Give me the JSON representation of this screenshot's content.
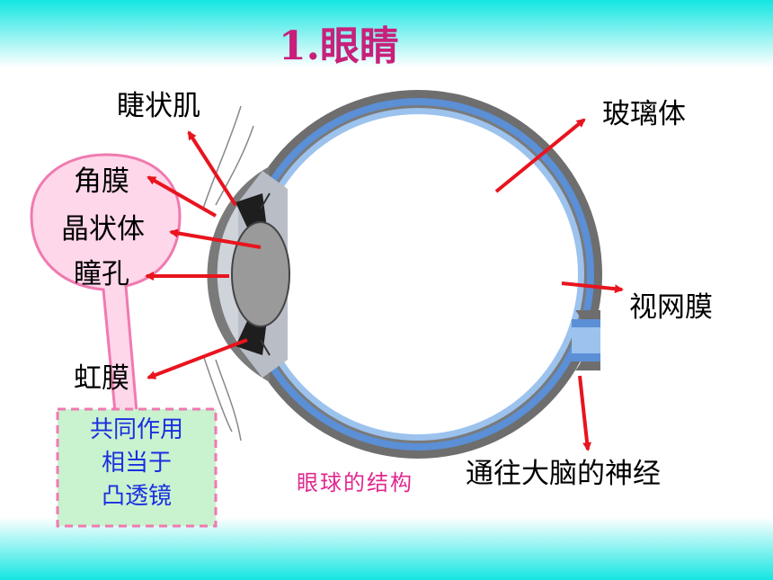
{
  "title": "1.眼睛",
  "labels": {
    "ciliary_muscle": "睫状肌",
    "cornea": "角膜",
    "lens": "晶状体",
    "pupil": "瞳孔",
    "iris": "虹膜",
    "vitreous": "玻璃体",
    "retina": "视网膜",
    "optic_nerve": "通往大脑的神经"
  },
  "bubble": {
    "line1": "共同作用",
    "line2": "相当于",
    "line3": "凸透镜"
  },
  "caption": "眼球的结构",
  "colors": {
    "title": "#c8207a",
    "arrow": "#e8141e",
    "bubble_fill": "#ffd7ea",
    "bubble_border": "#f07ab0",
    "box_fill": "#c9f2cf",
    "box_text": "#1a2fe0",
    "caption": "#e0288e",
    "sclera": "#6e6e6e",
    "choroid": "#5b8fd6",
    "bg_top": "#22e8e4",
    "bg_bottom": "#ffffff"
  }
}
